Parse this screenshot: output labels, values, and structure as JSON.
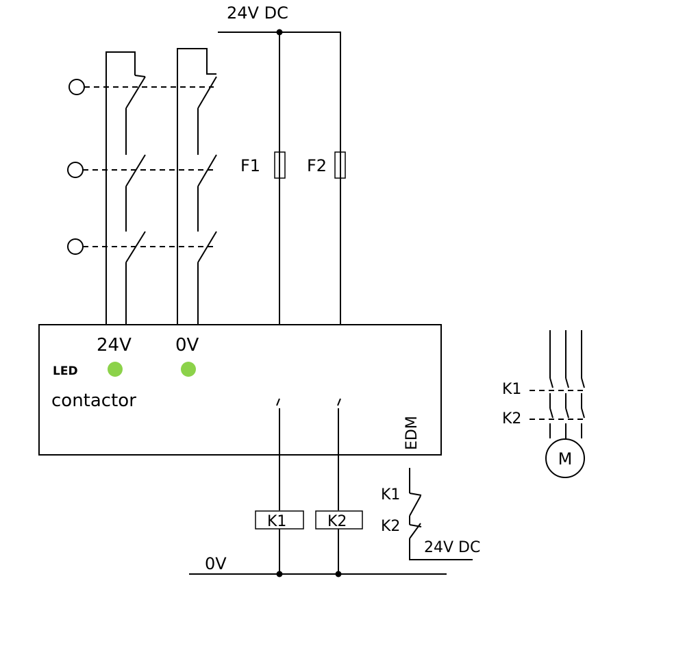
{
  "labels": {
    "supply_top": "24V DC",
    "fuse_1": "F1",
    "fuse_2": "F2",
    "input_24v": "24V",
    "input_0v": "0V",
    "led": "LED",
    "contactor": "contactor",
    "edm": "EDM",
    "coil_k1": "K1",
    "coil_k2": "K2",
    "ground_0v": "0V",
    "edm_k1": "K1",
    "edm_k2": "K2",
    "edm_supply": "24V DC",
    "motor_k1": "K1",
    "motor_k2": "K2",
    "motor": "M"
  },
  "colors": {
    "led_on": "#8cd24a",
    "line": "#000000"
  }
}
